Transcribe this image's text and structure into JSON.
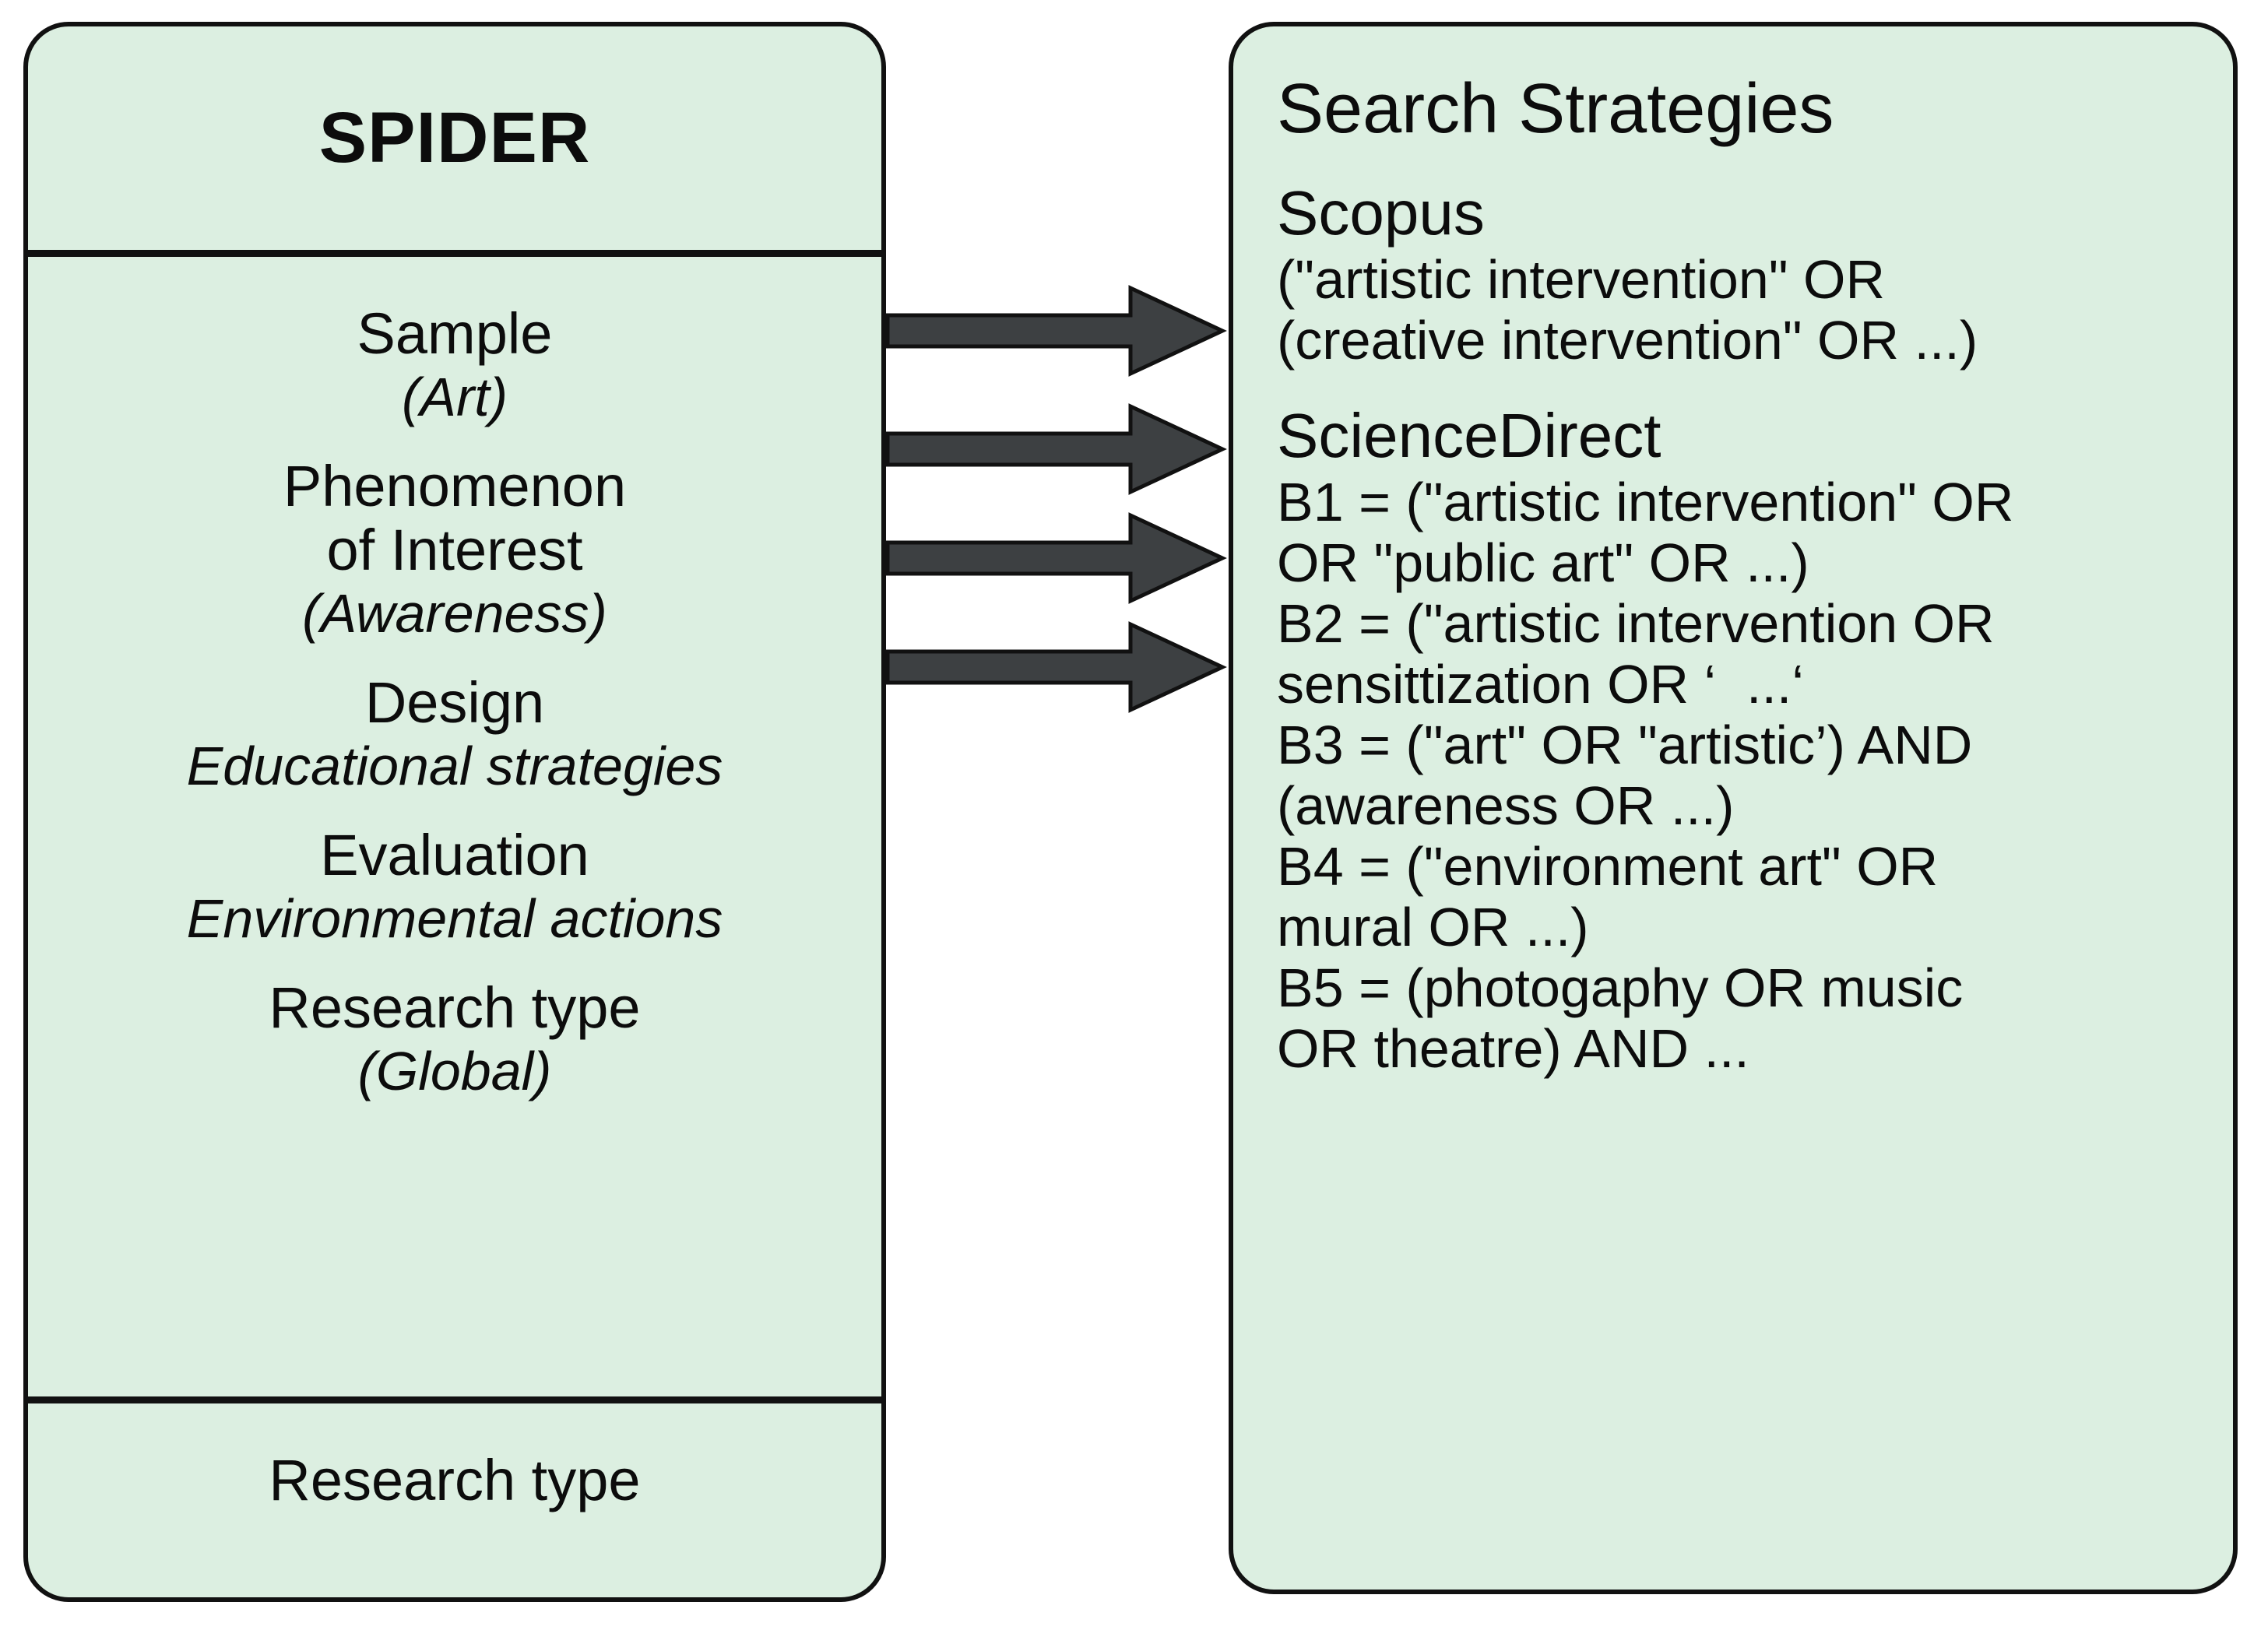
{
  "spider": {
    "title": "SPIDER",
    "items": [
      {
        "main": "Sample",
        "sub": "(Art)"
      },
      {
        "main": "Phenomenon\nof Interest",
        "sub": "(Awareness)"
      },
      {
        "main": "Design",
        "sub": "Educational strategies"
      },
      {
        "main": "Evaluation",
        "sub": "Environmental actions"
      },
      {
        "main": "Research type",
        "sub": "(Global)"
      }
    ],
    "footer": "Research type"
  },
  "search": {
    "title": "Search Strategies",
    "databases": [
      {
        "name": "Scopus",
        "lines": [
          "(\"artistic intervention\" OR",
          "(creative intervention\" OR ...)"
        ]
      },
      {
        "name": "ScienceDirect",
        "lines": [
          "B1 = (\"artistic intervention\" OR",
          "OR \"public art\" OR ...)",
          "B2 = (\"artistic intervention OR",
          "sensittization OR ‘  ...‘",
          "B3 = (\"art\" OR \"artistic’) AND",
          "(awareness OR ...)",
          "B4 = (\"environment art\" OR",
          "mural OR ...)",
          "B5 = (photogaphy OR music",
          "OR theatre) AND ..."
        ]
      }
    ]
  },
  "arrows": {
    "count": 4,
    "label": "flow-arrow",
    "color": "#3d4042",
    "outline": "#111111"
  },
  "colors": {
    "panel_fill": "#dcefe1",
    "panel_border": "#111111",
    "text": "#0c0c0c",
    "background": "#ffffff"
  }
}
